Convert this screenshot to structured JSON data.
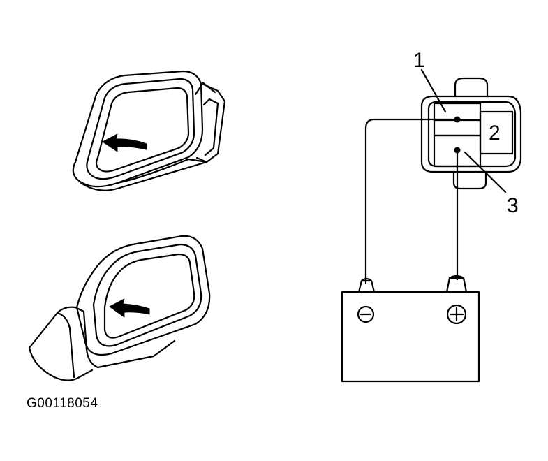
{
  "figure_id": "G00118054",
  "callouts": {
    "c1": "1",
    "c2": "2",
    "c3": "3"
  },
  "battery": {
    "negative_symbol": "−",
    "positive_symbol": "+"
  },
  "colors": {
    "ink": "#000000",
    "paper": "#ffffff"
  }
}
